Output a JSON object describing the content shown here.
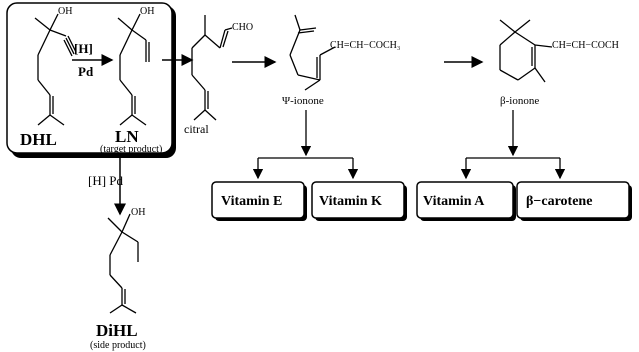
{
  "labels": {
    "dhl": "DHL",
    "ln": "LN",
    "ln_sub": "(target product)",
    "dihl": "DiHL",
    "dihl_sub": "(side product)",
    "citral": "citral",
    "psi_ionone": "Ψ-ionone",
    "beta_ionone": "β-ionone",
    "oh": "OH",
    "cho": "CHO",
    "psi_chain": "CH=CH−COCH₃",
    "beta_chain": "CH=CH−COCH",
    "h_reagent": "[H]",
    "pd_reagent": "Pd",
    "side_reagent": "[H] Pd"
  },
  "products": {
    "vitamin_e": "Vitamin E",
    "vitamin_k": "Vitamin K",
    "vitamin_a": "Vitamin A",
    "beta_carotene": "β−carotene"
  },
  "colors": {
    "line": "#000000",
    "box_fill": "#ffffff",
    "shadow": "#000000"
  }
}
